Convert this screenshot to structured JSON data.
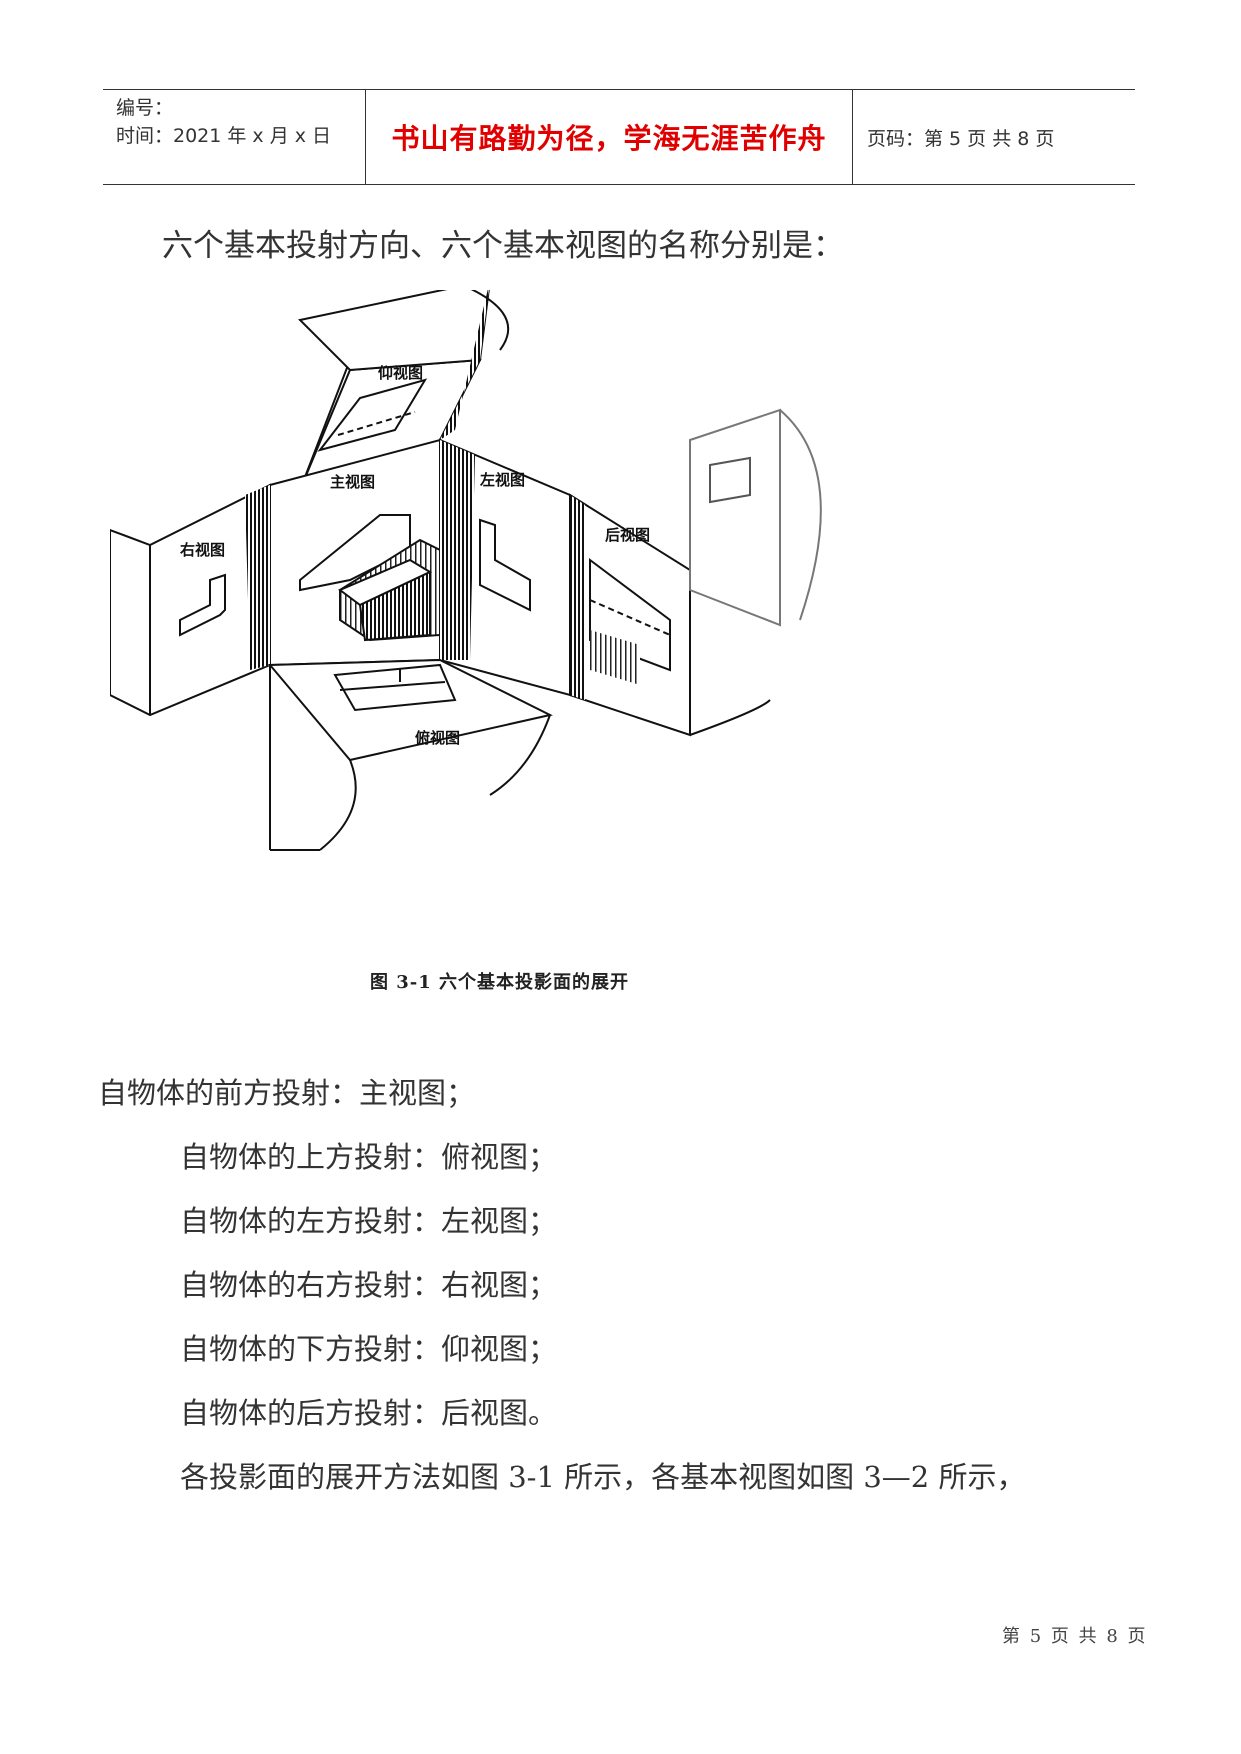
{
  "header": {
    "number_label": "编号：",
    "time_label": "时间：2021 年 x 月 x 日",
    "motto": "书山有路勤为径，学海无涯苦作舟",
    "page_code": "页码：第 5 页  共 8 页"
  },
  "intro": "六个基本投射方向、六个基本视图的名称分别是：",
  "figure": {
    "labels": {
      "top": "仰视图",
      "front": "主视图",
      "left": "左视图",
      "right": "右视图",
      "back": "后视图",
      "bottom": "俯视图"
    },
    "caption": "图 3-1   六个基本投影面的展开"
  },
  "projections": [
    "自物体的前方投射：主视图；",
    "自物体的上方投射：俯视图；",
    "自物体的左方投射：左视图；",
    "自物体的右方投射：右视图；",
    "自物体的下方投射：仰视图；",
    "自物体的后方投射：后视图。"
  ],
  "closing": "各投影面的展开方法如图 3-1 所示，各基本视图如图 3—2 所示，",
  "footer": "第 5 页 共 8 页",
  "colors": {
    "motto": "#e00000",
    "text": "#333333"
  }
}
